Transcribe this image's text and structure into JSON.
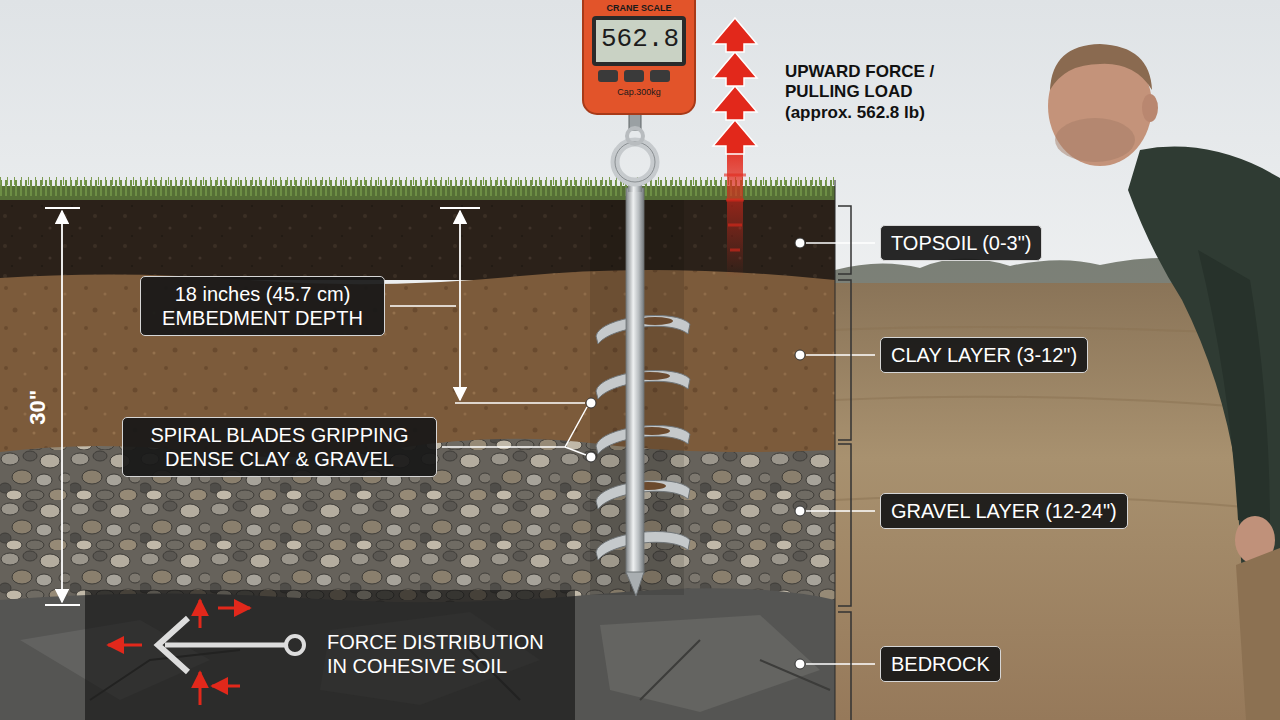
{
  "diagram": {
    "nodes": [
      {
        "text": [
          "18 inches (45.7 cm) EMBEDMENT DEPTH"
        ]
      },
      {
        "text": [
          "SPIRAL BLADES GRIPPING DENSE CLAY & GRAVEL"
        ]
      },
      {
        "text": [
          "TOPSOIL (0-3\")"
        ]
      },
      {
        "text": [
          "CLAY LAYER (3-12\")"
        ]
      },
      {
        "text": [
          "GRAVEL LAYER (12-24\")"
        ]
      },
      {
        "text": [
          "BEDROCK"
        ]
      }
    ],
    "labels": [
      "CRANE SCALE",
      "562.8",
      "Cap.300kg",
      "UPWARD FORCE / PULLING LOAD (approx. 562.8 lb)",
      "30\"",
      "FORCE DISTRIBUTION IN COHESIVE SOIL"
    ]
  }
}
